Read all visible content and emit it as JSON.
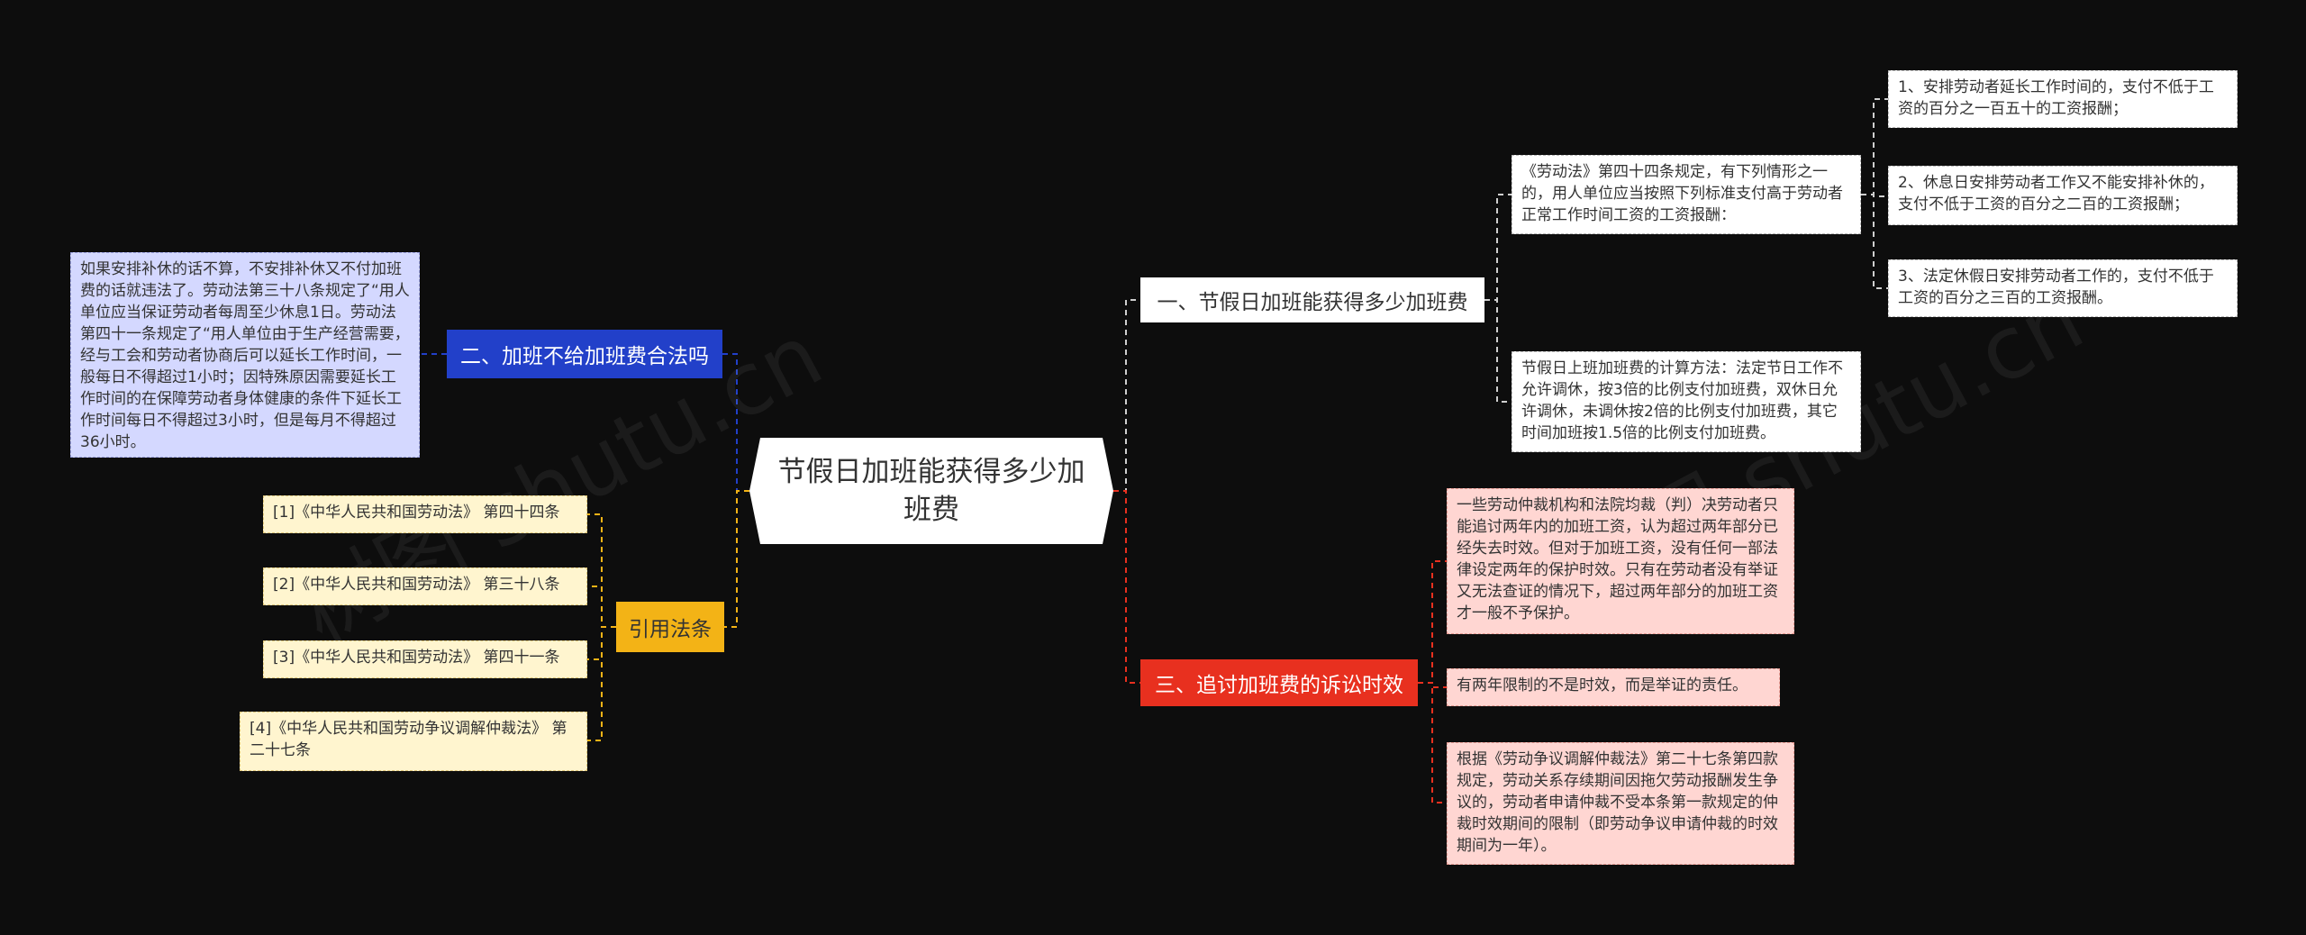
{
  "root": {
    "label": "节假日加班能获得多少加班费"
  },
  "branches": [
    {
      "label": "一、节假日加班能获得多少加班费",
      "color": "#ffffff",
      "children": [
        {
          "text": "《劳动法》第四十四条规定，有下列情形之一的，用人单位应当按照下列标准支付高于劳动者正常工作时间工资的工资报酬：",
          "children": [
            {
              "text": "1、安排劳动者延长工作时间的，支付不低于工资的百分之一百五十的工资报酬；"
            },
            {
              "text": "2、休息日安排劳动者工作又不能安排补休的，支付不低于工资的百分之二百的工资报酬；"
            },
            {
              "text": "3、法定休假日安排劳动者工作的，支付不低于工资的百分之三百的工资报酬。"
            }
          ]
        },
        {
          "text": "节假日上班加班费的计算方法：法定节日工作不允许调休，按3倍的比例支付加班费，双休日允许调休，未调休按2倍的比例支付加班费，其它时间加班按1.5倍的比例支付加班费。"
        }
      ]
    },
    {
      "label": "二、加班不给加班费合法吗",
      "color": "#2240c9",
      "children": [
        {
          "text": "如果安排补休的话不算，不安排补休又不付加班费的话就违法了。劳动法第三十八条规定了“用人单位应当保证劳动者每周至少休息1日。劳动法第四十一条规定了“用人单位由于生产经营需要，经与工会和劳动者协商后可以延长工作时间，一般每日不得超过1小时；因特殊原因需要延长工作时间的在保障劳动者身体健康的条件下延长工作时间每日不得超过3小时，但是每月不得超过36小时。"
        }
      ]
    },
    {
      "label": "三、追讨加班费的诉讼时效",
      "color": "#e8301f",
      "children": [
        {
          "text": "一些劳动仲裁机构和法院均裁（判）决劳动者只能追讨两年内的加班工资，认为超过两年部分已经失去时效。但对于加班工资，没有任何一部法律设定两年的保护时效。只有在劳动者没有举证又无法查证的情况下，超过两年部分的加班工资才一般不予保护。"
        },
        {
          "text": "有两年限制的不是时效，而是举证的责任。"
        },
        {
          "text": "根据《劳动争议调解仲裁法》第二十七条第四款规定，劳动关系存续期间因拖欠劳动报酬发生争议的，劳动者申请仲裁不受本条第一款规定的仲裁时效期间的限制（即劳动争议申请仲裁的时效期间为一年）。"
        }
      ]
    },
    {
      "label": "引用法条",
      "color": "#f3b316",
      "children": [
        {
          "text": "[1]《中华人民共和国劳动法》 第四十四条"
        },
        {
          "text": "[2]《中华人民共和国劳动法》 第三十八条"
        },
        {
          "text": "[3]《中华人民共和国劳动法》 第四十一条"
        },
        {
          "text": "[4]《中华人民共和国劳动争议调解仲裁法》 第二十七条"
        }
      ]
    }
  ],
  "watermark": "树图 shutu.cn",
  "colors": {
    "background": "#0d0d0d",
    "link_right_top": "#cfcfcf",
    "link_blue": "#2240c9",
    "link_red": "#e8301f",
    "link_yellow": "#f3b316"
  }
}
